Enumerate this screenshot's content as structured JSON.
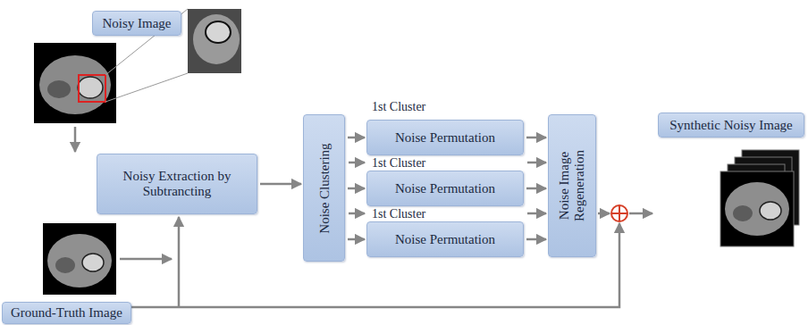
{
  "diagram": {
    "nodes": [
      {
        "text": [
          "Noisy Image"
        ]
      },
      {
        "text": [
          "Noisy Extraction by Subtrancting"
        ]
      },
      {
        "text": [
          "Noise Clustering"
        ]
      },
      {
        "text": [
          "Noise Permutation"
        ]
      },
      {
        "text": [
          "Noise Permutation"
        ]
      },
      {
        "text": [
          "Noise Permutation"
        ]
      },
      {
        "text": [
          "Noise Image Regeneration"
        ]
      },
      {
        "text": [
          "Synthetic Noisy Image"
        ]
      },
      {
        "text": [
          "Ground-Truth Image"
        ]
      }
    ],
    "edges": [
      {
        "from": 1,
        "to": 2,
        "arrow": "to"
      },
      {
        "from": 2,
        "to": 3,
        "arrow": "to"
      },
      {
        "from": 2,
        "to": 4,
        "arrow": "to"
      },
      {
        "from": 2,
        "to": 5,
        "arrow": "to"
      },
      {
        "from": 3,
        "to": 6,
        "arrow": "to"
      },
      {
        "from": 4,
        "to": 6,
        "arrow": "to"
      },
      {
        "from": 5,
        "to": 6,
        "arrow": "to"
      }
    ],
    "labels": [
      "1st Cluster",
      "1st Cluster",
      "1st Cluster"
    ]
  }
}
